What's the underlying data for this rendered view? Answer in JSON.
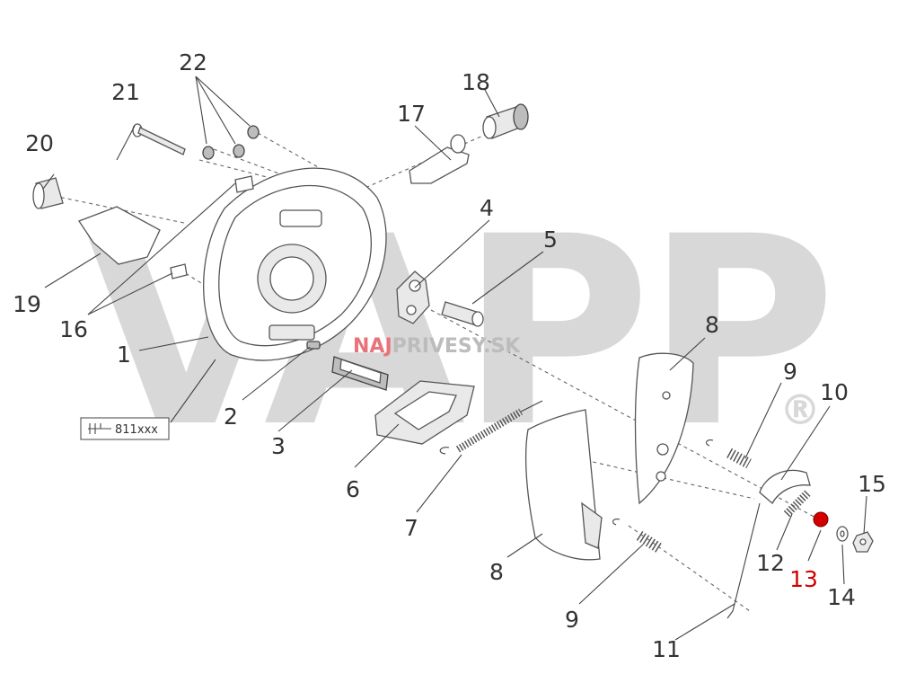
{
  "watermark": {
    "brand": "VAPP",
    "registered": "®"
  },
  "site": {
    "part1": "NAJ",
    "part2": "PRIVESY",
    "part3": ".SK",
    "color1": "#e8737a",
    "color2": "#bcbcbc"
  },
  "highlight_color": "#d40000",
  "code_box": {
    "text": "811xxx"
  },
  "callouts": [
    {
      "id": "n1",
      "text": "1"
    },
    {
      "id": "n2",
      "text": "2"
    },
    {
      "id": "n3",
      "text": "3"
    },
    {
      "id": "n4",
      "text": "4"
    },
    {
      "id": "n5",
      "text": "5"
    },
    {
      "id": "n6",
      "text": "6"
    },
    {
      "id": "n7",
      "text": "7"
    },
    {
      "id": "n8a",
      "text": "8"
    },
    {
      "id": "n8b",
      "text": "8"
    },
    {
      "id": "n9a",
      "text": "9"
    },
    {
      "id": "n9b",
      "text": "9"
    },
    {
      "id": "n10",
      "text": "10"
    },
    {
      "id": "n11",
      "text": "11"
    },
    {
      "id": "n12",
      "text": "12"
    },
    {
      "id": "n13",
      "text": "13"
    },
    {
      "id": "n14",
      "text": "14"
    },
    {
      "id": "n15",
      "text": "15"
    },
    {
      "id": "n16",
      "text": "16"
    },
    {
      "id": "n17",
      "text": "17"
    },
    {
      "id": "n18",
      "text": "18"
    },
    {
      "id": "n19",
      "text": "19"
    },
    {
      "id": "n20",
      "text": "20"
    },
    {
      "id": "n21",
      "text": "21"
    },
    {
      "id": "n22",
      "text": "22"
    }
  ]
}
